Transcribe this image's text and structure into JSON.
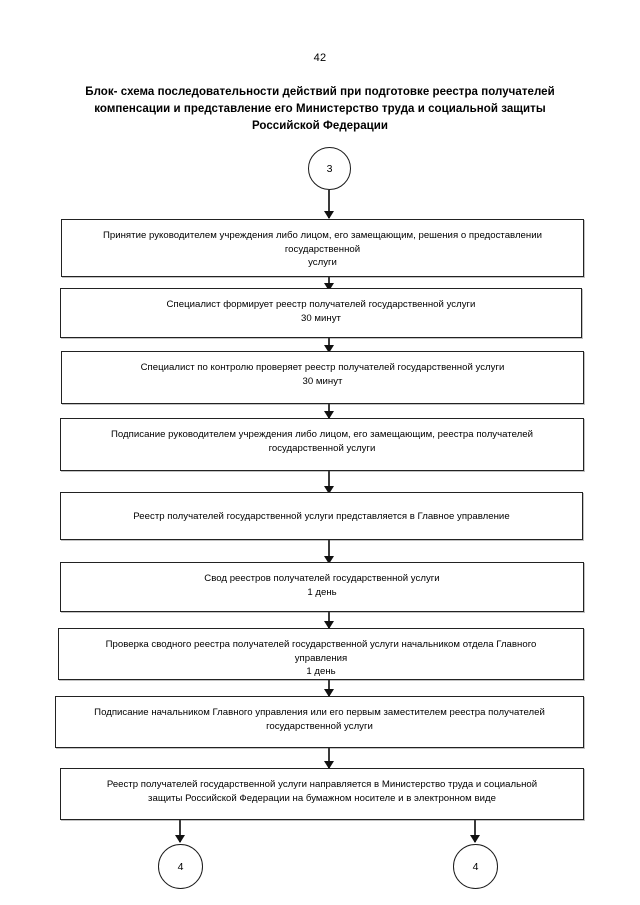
{
  "document": {
    "page_number": "42",
    "title_lines": [
      "Блок- схема последовательности действий при подготовке реестра получателей",
      "компенсации и представление его Министерство труда и социальной защиты",
      "Российской Федерации"
    ]
  },
  "flowchart": {
    "type": "flowchart",
    "entry_connector": {
      "label": "3",
      "shape": "circle"
    },
    "exit_connectors": [
      {
        "label": "4",
        "shape": "circle"
      },
      {
        "label": "4",
        "shape": "circle"
      }
    ],
    "steps": [
      {
        "id": "step-1",
        "lines": [
          "Принятие руководителем учреждения либо лицом, его замещающим, решения о предоставлении",
          "государственной",
          "услуги"
        ]
      },
      {
        "id": "step-2",
        "lines": [
          "Специалист формирует реестр получателей государственной услуги",
          "30 минут"
        ]
      },
      {
        "id": "step-3",
        "lines": [
          "Специалист по контролю проверяет реестр получателей государственной услуги",
          "30 минут"
        ]
      },
      {
        "id": "step-4",
        "lines": [
          "Подписание руководителем учреждения либо лицом, его замещающим, реестра получателей",
          "государственной услуги"
        ]
      },
      {
        "id": "step-5",
        "lines": [
          "Реестр получателей государственной услуги представляется в Главное управление"
        ]
      },
      {
        "id": "step-6",
        "lines": [
          "Свод реестров получателей государственной услуги",
          "1 день"
        ]
      },
      {
        "id": "step-7",
        "lines": [
          "Проверка сводного реестра получателей государственной услуги начальником отдела Главного",
          "управления",
          "1 день"
        ]
      },
      {
        "id": "step-8",
        "lines": [
          "Подписание начальником Главного управления или его первым заместителем реестра получателей",
          "государственной услуги"
        ]
      },
      {
        "id": "step-9",
        "lines": [
          "Реестр получателей государственной услуги направляется в Министерство труда и социальной",
          "защиты Российской Федерации на бумажном носителе и в электронном виде"
        ]
      }
    ]
  }
}
